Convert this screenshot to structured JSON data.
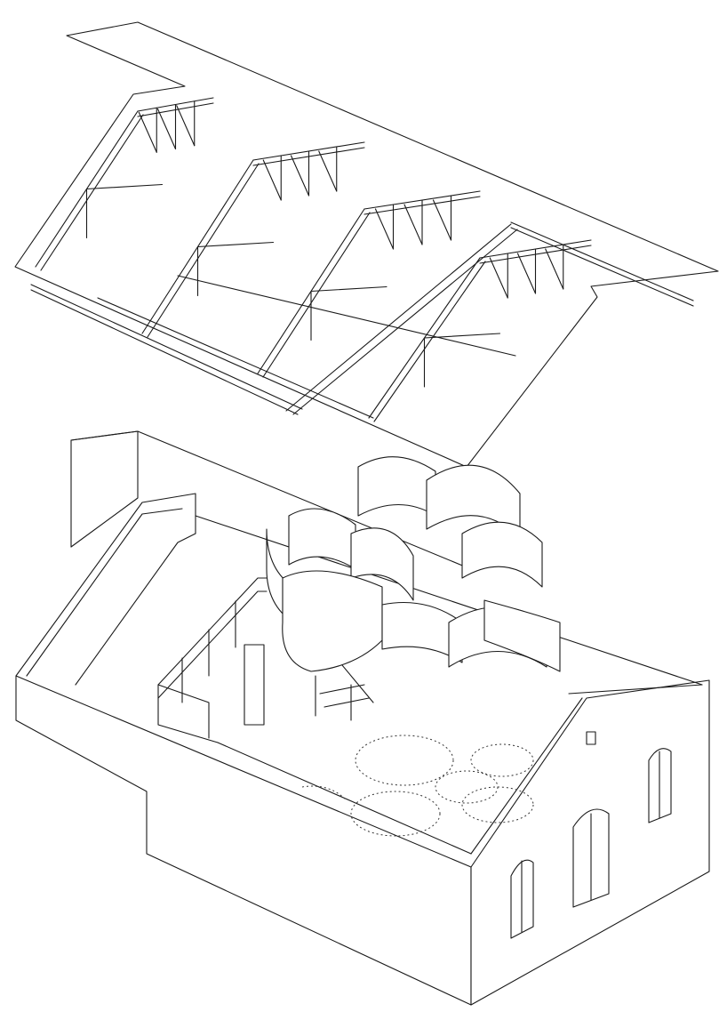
{
  "drawing": {
    "type": "exploded axonometric line drawing",
    "line_color": "#1a1a1a",
    "background_color": "#ffffff",
    "parts": [
      "roof-plane",
      "roof-trusses",
      "building-shell",
      "curved-wall-installation",
      "staircase",
      "floor-outline-dotted"
    ]
  }
}
